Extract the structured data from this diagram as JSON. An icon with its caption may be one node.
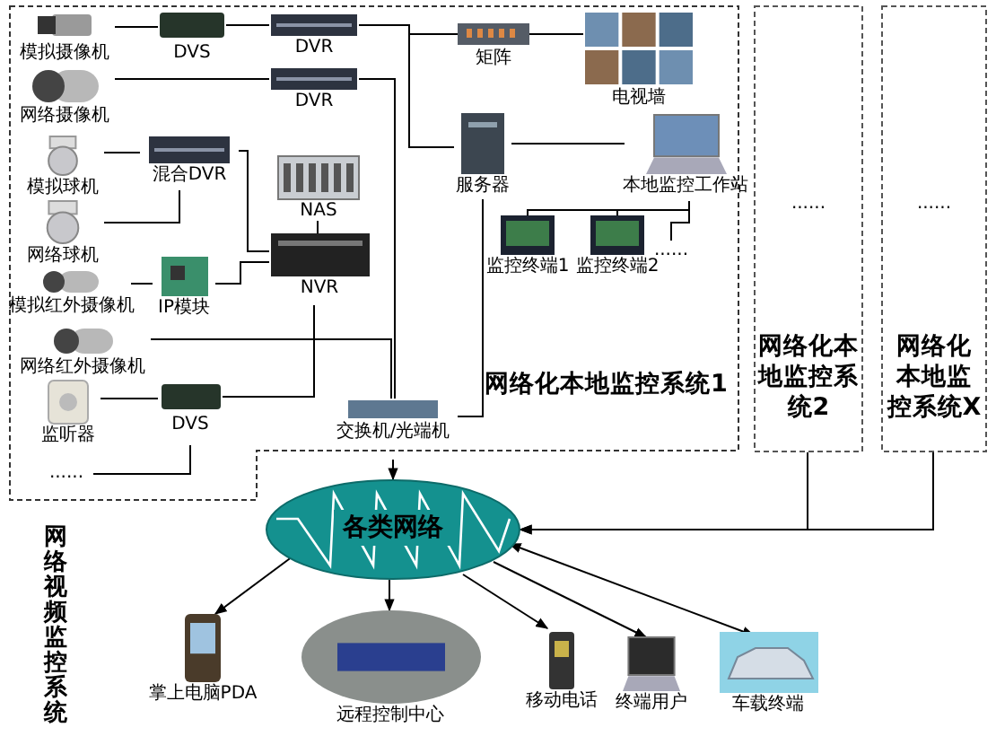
{
  "diagram": {
    "nodes": [
      {
        "text": [
          "网络化本地监控系统1"
        ]
      },
      {
        "text": [
          "模拟摄像机"
        ],
        "in": 0
      },
      {
        "text": [
          "DVS"
        ],
        "in": 0
      },
      {
        "text": [
          "DVR"
        ],
        "in": 0
      },
      {
        "text": [
          "网络摄像机"
        ],
        "in": 0
      },
      {
        "text": [
          "DVR"
        ],
        "in": 0
      },
      {
        "text": [
          "矩阵"
        ],
        "in": 0
      },
      {
        "text": [
          "电视墙"
        ],
        "in": 0
      },
      {
        "text": [
          "服务器"
        ],
        "in": 0
      },
      {
        "text": [
          "本地监控工作站"
        ],
        "in": 0
      },
      {
        "text": [
          "监控终端1"
        ],
        "in": 0
      },
      {
        "text": [
          "监控终端2"
        ],
        "in": 0
      },
      {
        "text": [
          "......"
        ],
        "in": 0
      },
      {
        "text": [
          "模拟球机"
        ],
        "in": 0
      },
      {
        "text": [
          "混合DVR"
        ],
        "in": 0
      },
      {
        "text": [
          "NAS"
        ],
        "in": 0
      },
      {
        "text": [
          "网络球机"
        ],
        "in": 0
      },
      {
        "text": [
          "NVR"
        ],
        "in": 0
      },
      {
        "text": [
          "模拟红外摄像机"
        ],
        "in": 0
      },
      {
        "text": [
          "IP模块"
        ],
        "in": 0
      },
      {
        "text": [
          "网络红外摄像机"
        ],
        "in": 0
      },
      {
        "text": [
          "监听器"
        ],
        "in": 0
      },
      {
        "text": [
          "DVS"
        ],
        "in": 0
      },
      {
        "text": [
          "......"
        ],
        "in": 0
      },
      {
        "text": [
          "交换机/光端机"
        ],
        "in": 0
      },
      {
        "text": [
          "......",
          "网络化本地监控系统2"
        ]
      },
      {
        "text": [
          "......",
          "网络化本地监控系统X"
        ]
      },
      {
        "text": [
          "各类网络"
        ]
      },
      {
        "text": [
          "掌上电脑PDA"
        ]
      },
      {
        "text": [
          "远程控制中心"
        ]
      },
      {
        "text": [
          "移动电话"
        ]
      },
      {
        "text": [
          "终端用户"
        ]
      },
      {
        "text": [
          "车载终端"
        ]
      }
    ],
    "edges": [
      {
        "from": 1,
        "to": 2,
        "arrow": "none"
      },
      {
        "from": 2,
        "to": 3,
        "arrow": "none"
      },
      {
        "from": 3,
        "to": 6,
        "arrow": "none"
      },
      {
        "from": 3,
        "to": 8,
        "arrow": "none"
      },
      {
        "from": 4,
        "to": 5,
        "arrow": "none"
      },
      {
        "from": 5,
        "to": 24,
        "arrow": "none"
      },
      {
        "from": 6,
        "to": 7,
        "arrow": "none"
      },
      {
        "from": 8,
        "to": 9,
        "arrow": "none"
      },
      {
        "from": 9,
        "to": 10,
        "arrow": "none"
      },
      {
        "from": 9,
        "to": 11,
        "arrow": "none"
      },
      {
        "from": 9,
        "to": 12,
        "arrow": "none"
      },
      {
        "from": 8,
        "to": 24,
        "arrow": "none"
      },
      {
        "from": 13,
        "to": 14,
        "arrow": "none"
      },
      {
        "from": 16,
        "to": 14,
        "arrow": "none"
      },
      {
        "from": 14,
        "to": 17,
        "arrow": "none"
      },
      {
        "from": 18,
        "to": 19,
        "arrow": "none"
      },
      {
        "from": 19,
        "to": 17,
        "arrow": "none"
      },
      {
        "from": 15,
        "to": 17,
        "arrow": "none"
      },
      {
        "from": 20,
        "to": 24,
        "arrow": "none"
      },
      {
        "from": 21,
        "to": 22,
        "arrow": "none"
      },
      {
        "from": 22,
        "to": 17,
        "arrow": "none"
      },
      {
        "from": 22,
        "to": 23,
        "arrow": "none"
      },
      {
        "from": 24,
        "to": 27,
        "arrow": "to"
      },
      {
        "from": 25,
        "to": 27,
        "arrow": "to"
      },
      {
        "from": 26,
        "to": 27,
        "arrow": "to"
      },
      {
        "from": 27,
        "to": 28,
        "arrow": "to"
      },
      {
        "from": 27,
        "to": 29,
        "arrow": "to"
      },
      {
        "from": 27,
        "to": 30,
        "arrow": "to"
      },
      {
        "from": 27,
        "to": 31,
        "arrow": "to"
      },
      {
        "from": 27,
        "to": 32,
        "arrow": "both"
      }
    ],
    "labels": [
      "网络视频监控系统"
    ]
  }
}
